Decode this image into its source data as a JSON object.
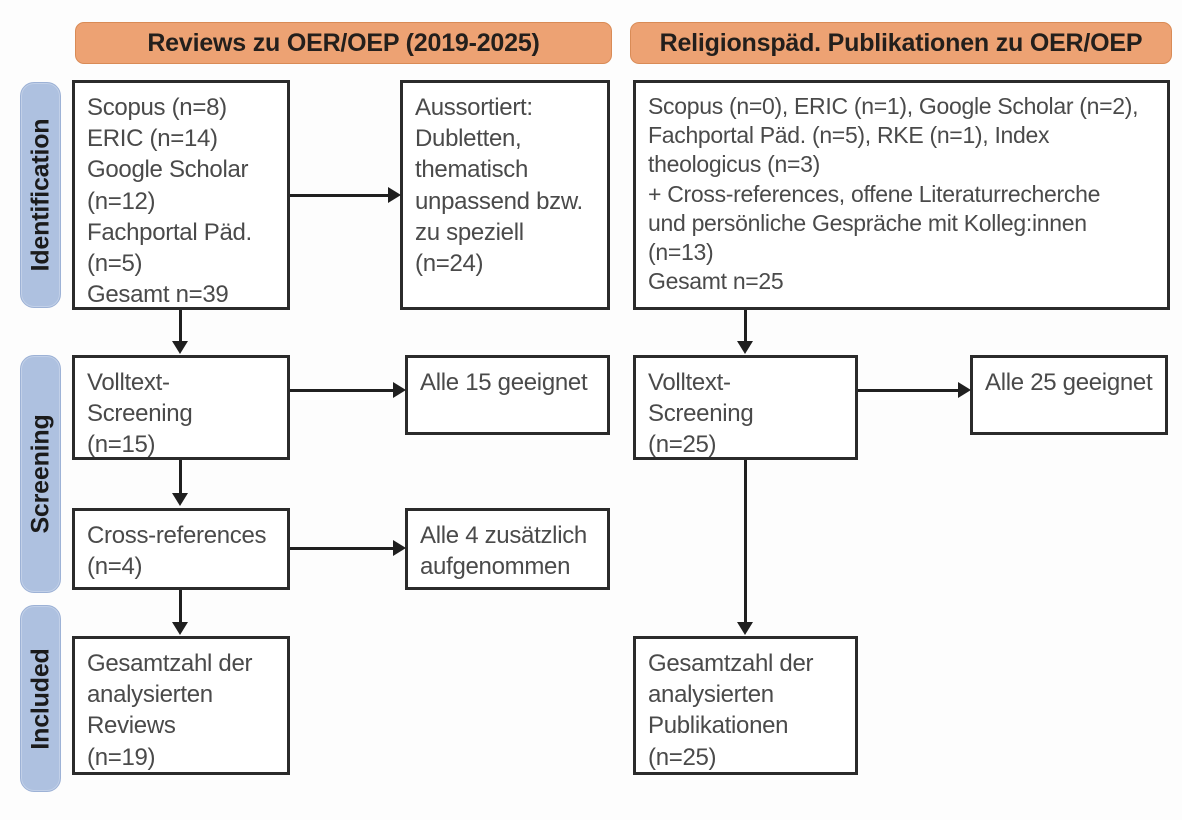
{
  "diagram": {
    "type": "prisma-flow-diagram",
    "columns": [
      {
        "id": "reviews",
        "header": "Reviews zu OER/OEP (2019-2025)"
      },
      {
        "id": "religionspaed",
        "header": "Religionspäd. Publikationen zu OER/OEP"
      }
    ],
    "stages": [
      {
        "id": "identification",
        "label": "Identification"
      },
      {
        "id": "screening",
        "label": "Screening"
      },
      {
        "id": "included",
        "label": "Included"
      }
    ],
    "colors": {
      "header_fill": "#eda273",
      "header_border": "#d98b56",
      "stage_fill": "#aec1e0",
      "stage_border": "#9db2d6",
      "box_border": "#2b2b2b",
      "box_fill": "#ffffff",
      "text": "#4a4a4a",
      "connector": "#1f1f1f"
    },
    "boxes": {
      "left_identification_sources": "Scopus (n=8)\nERIC (n=14)\nGoogle Scholar\n(n=12)\nFachportal Päd.\n(n=5)\nGesamt n=39",
      "left_excluded": "Aussortiert:\nDubletten,\nthematisch\nunpassend bzw.\nzu speziell\n(n=24)",
      "left_fulltext_screening": "Volltext-\nScreening\n(n=15)",
      "left_fulltext_result": "Alle 15 geeignet",
      "left_cross_references": "Cross-references\n(n=4)",
      "left_cross_references_result": "Alle 4 zusätzlich\naufgenommen",
      "left_included_total": "Gesamtzahl der\nanalysierten\nReviews\n(n=19)",
      "right_identification_sources": "Scopus (n=0), ERIC (n=1), Google Scholar (n=2),\nFachportal Päd. (n=5), RKE (n=1), Index\ntheologicus (n=3)\n+ Cross-references, offene Literaturrecherche\nund persönliche Gespräche mit Kolleg:innen\n(n=13)\nGesamt n=25",
      "right_fulltext_screening": "Volltext-\nScreening\n(n=25)",
      "right_fulltext_result": "Alle 25 geeignet",
      "right_included_total": "Gesamtzahl der\nanalysierten\nPublikationen\n(n=25)"
    }
  }
}
